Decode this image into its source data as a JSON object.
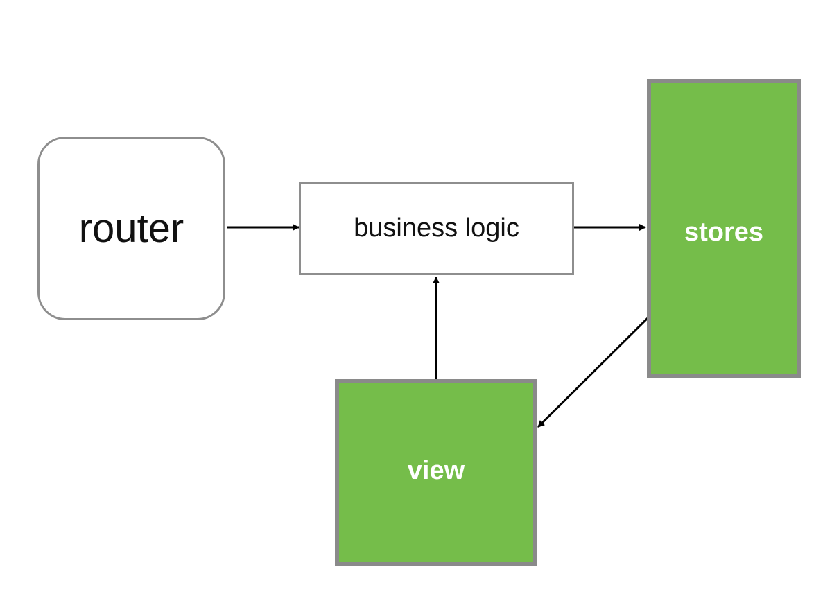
{
  "nodes": {
    "router": {
      "label": "router"
    },
    "business_logic": {
      "label": "business logic"
    },
    "stores": {
      "label": "stores"
    },
    "view": {
      "label": "view"
    }
  },
  "edges": [
    {
      "from": "router",
      "to": "business logic"
    },
    {
      "from": "business logic",
      "to": "stores"
    },
    {
      "from": "stores",
      "to": "view"
    },
    {
      "from": "view",
      "to": "business logic"
    }
  ],
  "colors": {
    "store_fill": "#75bd4a",
    "box_border": "#8e8e8e",
    "arrow": "#000000"
  }
}
